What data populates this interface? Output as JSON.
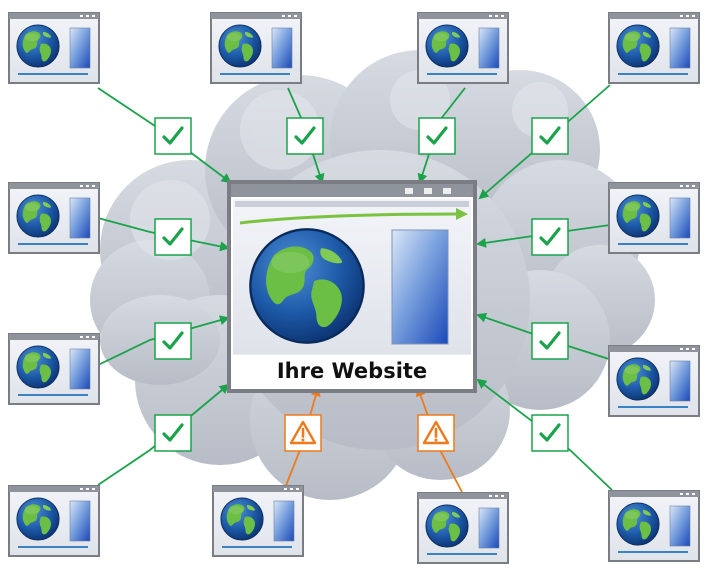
{
  "main_window": {
    "label": "Ihre Website"
  },
  "icons": {
    "ok": "check-icon",
    "warning": "warning-icon",
    "globe": "globe-icon"
  },
  "colors": {
    "ok": "#1aa34a",
    "warning": "#ee7a1c",
    "cloud": "#c4c9d2",
    "window_frame": "#7a7d84",
    "progress_arrow": "#7cc241"
  },
  "connections": [
    {
      "id": "top-left-1",
      "status": "ok"
    },
    {
      "id": "top-left-2",
      "status": "ok"
    },
    {
      "id": "top-right-1",
      "status": "ok"
    },
    {
      "id": "top-right-2",
      "status": "ok"
    },
    {
      "id": "left-1",
      "status": "ok"
    },
    {
      "id": "left-2",
      "status": "ok"
    },
    {
      "id": "left-3",
      "status": "ok"
    },
    {
      "id": "right-1",
      "status": "ok"
    },
    {
      "id": "right-2",
      "status": "ok"
    },
    {
      "id": "right-3",
      "status": "ok"
    },
    {
      "id": "bottom-1",
      "status": "warning"
    },
    {
      "id": "bottom-2",
      "status": "warning"
    }
  ]
}
